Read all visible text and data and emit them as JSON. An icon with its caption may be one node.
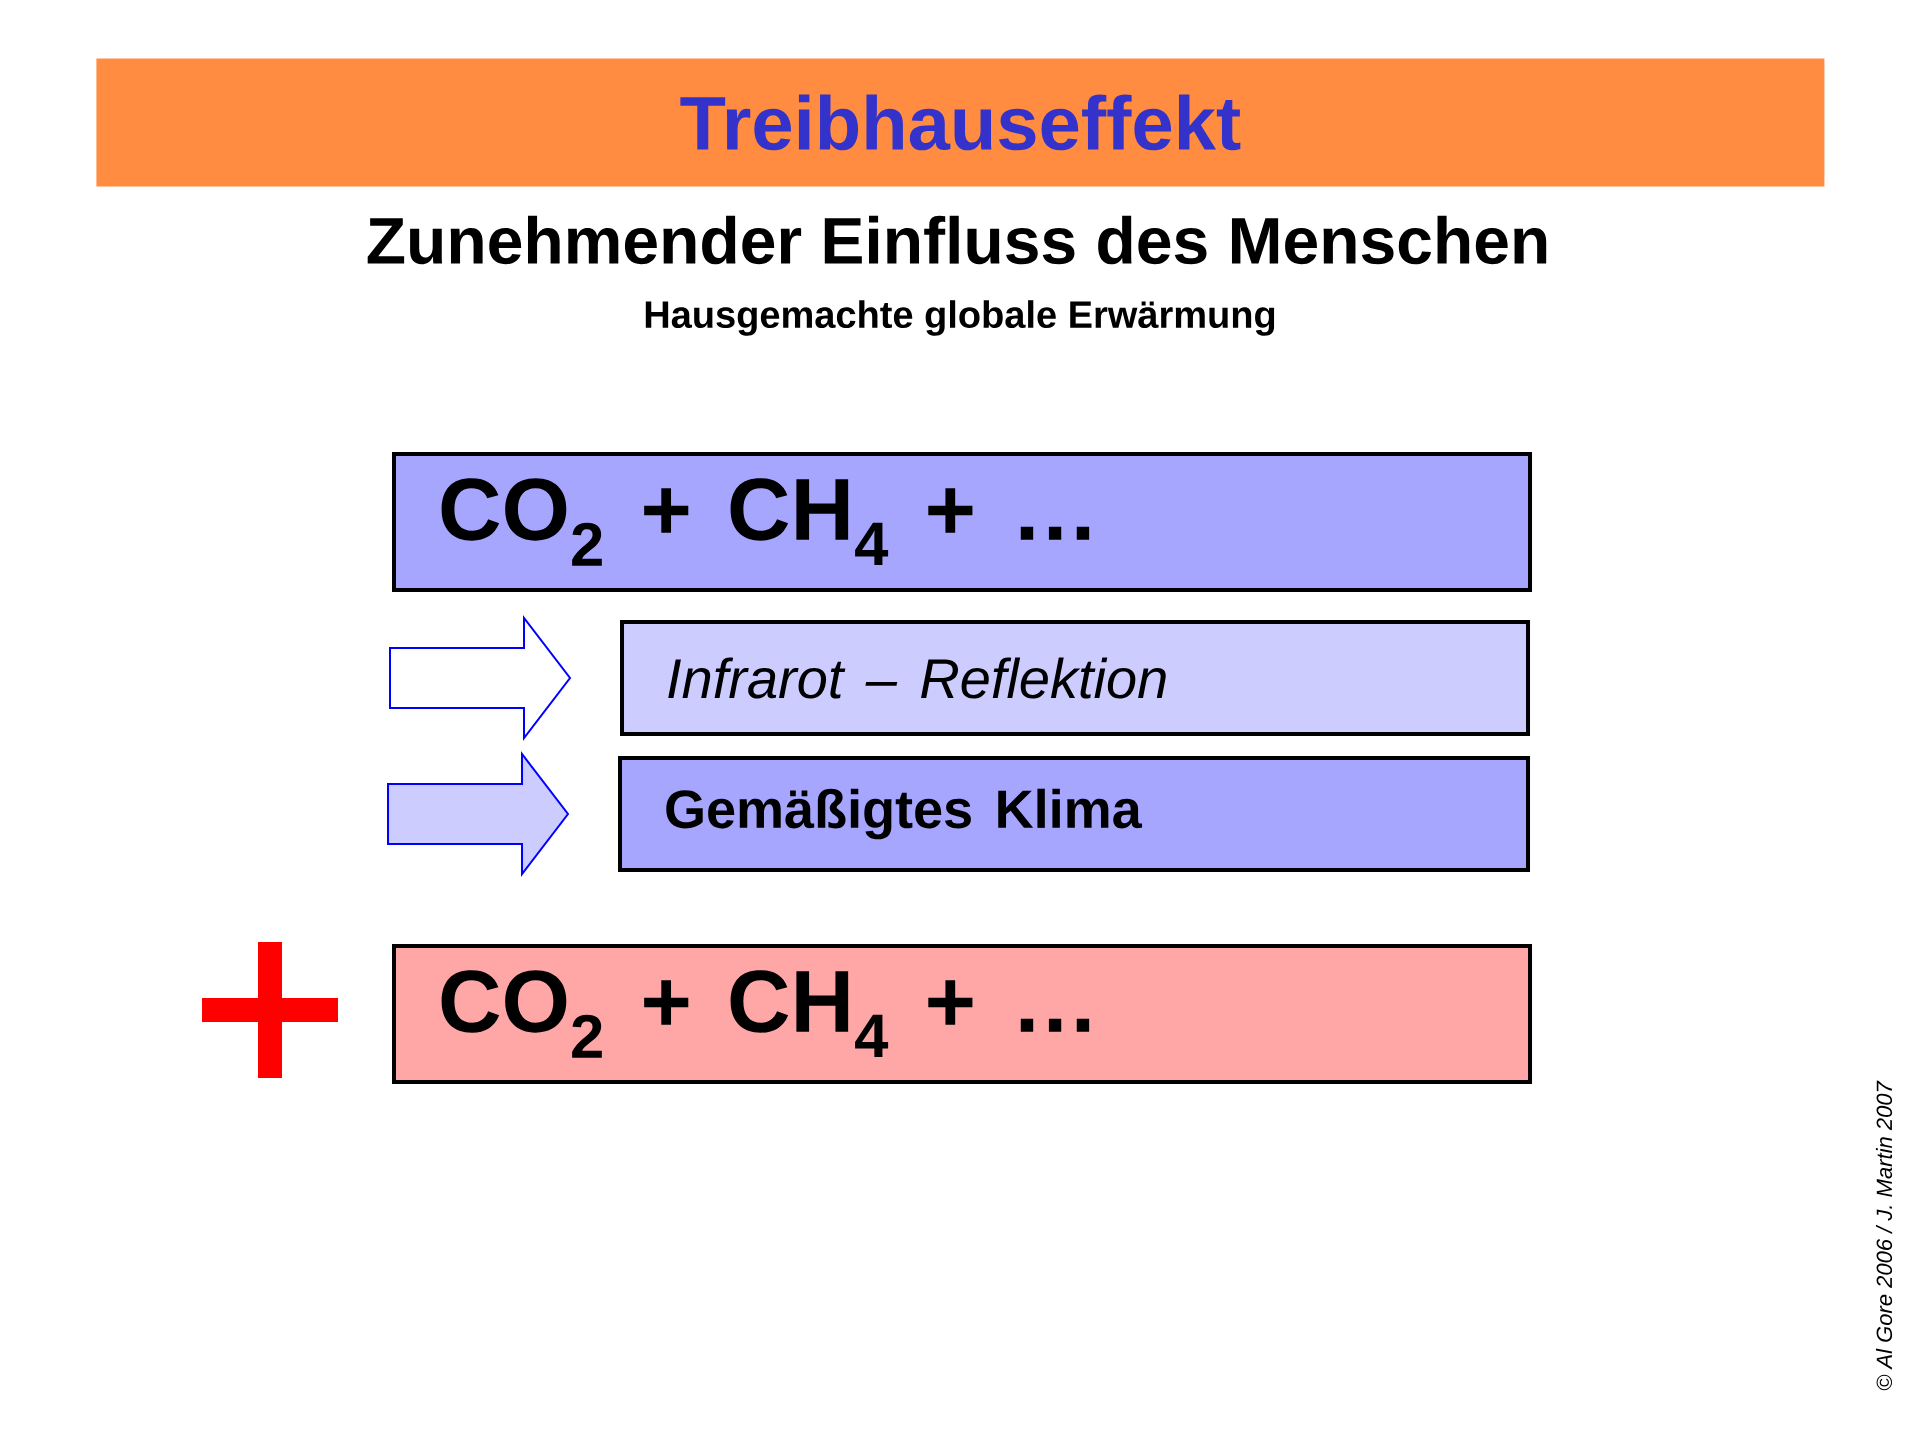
{
  "diagram": {
    "nodes": [
      {
        "text": [
          "Treibhauseffekt"
        ]
      },
      {
        "text": [
          "CO$_{2}$ + CH$_{4}$ + …"
        ]
      },
      {
        "text": [
          "Infrarot – Reflektion"
        ]
      },
      {
        "text": [
          "Gemäßigtes Klima"
        ]
      },
      {
        "text": [
          "CO$_{2}$ + CH$_{4}$ + …"
        ]
      }
    ],
    "edges": [
      {
        "from": null,
        "to": 2,
        "arrow": "to"
      },
      {
        "from": null,
        "to": 3,
        "arrow": "to"
      }
    ],
    "labels": [
      "Zunehmender Einfluss des Menschen",
      "Hausgemachte globale Erwärmung",
      "© Al Gore 2006 / J. Martin 2007"
    ]
  }
}
